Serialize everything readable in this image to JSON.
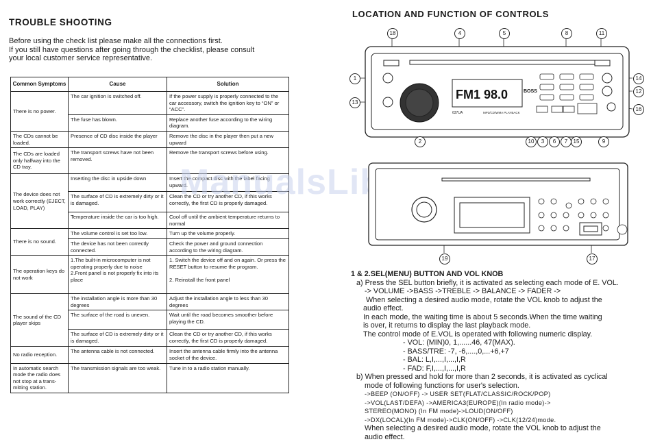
{
  "left": {
    "title": "TROUBLE SHOOTING",
    "intro": [
      "Before using the check list please make all the connections first.",
      "If you still have questions after going through the checklist, please consult",
      "your local customer service representative."
    ],
    "table": {
      "headers": [
        "Common Symptoms",
        "Cause",
        "Solution"
      ],
      "rows": [
        {
          "symptom": "There is no power.",
          "causes": [
            {
              "cause": "The car ignition is switched off.",
              "solution": "If the power supply is properly connected to the car accessory, switch the ignition key to “ON” or “ACC”."
            },
            {
              "cause": "The fuse has blown.",
              "solution": "Replace another fuse according to the wiring diagram."
            }
          ]
        },
        {
          "symptom": "The CDs cannot be loaded.",
          "causes": [
            {
              "cause": "Presence of CD disc inside the player",
              "solution": "Remove the disc in the player then put a new upward"
            }
          ]
        },
        {
          "symptom": "The CDs are loaded only halfway into the CD tray.",
          "causes": [
            {
              "cause": "The transport screws have not been removed.",
              "solution": "Remove the transport screws before using."
            }
          ]
        },
        {
          "symptom": "The device does not work correctly (EJECT, LOAD, PLAY)",
          "causes": [
            {
              "cause": "Inserting the disc in upside down",
              "solution": "Insert the compact disc with the label facing upward."
            },
            {
              "cause": "The surface of CD is extremely dirty or it is damaged.",
              "solution": "Clean the CD or try another CD, if this works correctly, the first CD is properly damaged."
            },
            {
              "cause": "Temperature inside the car is too high.",
              "solution": "Cool off until the ambient temperature returns to normal"
            }
          ]
        },
        {
          "symptom": "There is no sound.",
          "causes": [
            {
              "cause": "The volume control is set too low.",
              "solution": "Turn up the volume properly."
            },
            {
              "cause": "The device has not been correctly connected.",
              "solution": "Check the power and ground connection according to the wiring diagram."
            }
          ]
        },
        {
          "symptom": "The operation keys do not work",
          "causes": [
            {
              "cause": "1.The built-in microcomputer is not operating properly due to noise\n2.Front panel is not properly fix into its place",
              "solution": "1. Switch the device off and on again. Or press the RESET button to resume the program.\n\n2. Reinstall the front panel"
            }
          ]
        },
        {
          "symptom": "The sound of the CD player skips",
          "causes": [
            {
              "cause": "The installation angle is more than 30 degrees",
              "solution": "Adjust the installation angle to less than 30 degrees"
            },
            {
              "cause": "The surface of the road is uneven.",
              "solution": "Wait until the road becomes smoother before playing the CD."
            },
            {
              "cause": "The surface of CD is extremely dirty or it is damaged.",
              "solution": "Clean the CD or try another CD, if this works correctly, the first CD is properly damaged."
            }
          ]
        },
        {
          "symptom": "No radio reception.",
          "causes": [
            {
              "cause": "The antenna cable is not connected.",
              "solution": "Insert the antenna cable firmly into the antenna socket of the device."
            }
          ]
        },
        {
          "symptom": "In automatic search mode the radio does not stop at a trans-mitting station.",
          "causes": [
            {
              "cause": "The transmission signals are too weak.",
              "solution": "Tune in to a radio station manually."
            }
          ]
        }
      ]
    }
  },
  "right": {
    "title": "LOCATION AND FUNCTION OF CONTROLS",
    "device": {
      "display": "FM1  98.0",
      "brand": "BOSS",
      "model": "637UA",
      "playback_label": "MP3/CD/WMA PLAYBACK"
    },
    "callouts_top": [
      "18",
      "4",
      "5",
      "8",
      "11"
    ],
    "callouts_left": [
      "1",
      "13"
    ],
    "callouts_right": [
      "14",
      "12",
      "16"
    ],
    "callouts_bottom": [
      "2",
      "10",
      "3",
      "6",
      "7",
      "15",
      "9"
    ],
    "callouts_rear": [
      "19",
      "17"
    ],
    "section_title": "1 & 2.SEL(MENU) BUTTON AND VOL KNOB",
    "lines": [
      "a) Press the SEL button briefly, it is activated as selecting each mode of E. VOL.",
      "-> VOLUME ->BASS ->TREBLE -> BALANCE -> FADER ->",
      "When selecting a desired audio mode, rotate the VOL knob to adjust the",
      "audio effect.",
      "In each mode, the waiting time is about 5 seconds.When the time waiting",
      "is over, it returns to display the last playback mode.",
      "The control mode of E.VOL is operated with following numeric display.",
      "- VOL: (MIN)0, 1,......46, 47(MAX).",
      "- BASS/TRE: -7, -6,....,0,...+6,+7",
      "- BAL: L,I,...,I,...,I,R",
      "- FAD: F,I,...,I,...,I,R",
      "b) When pressed and hold for more than 2 seconds, it is activated as cyclical",
      "mode of following functions for user's selection.",
      "->BEEP (ON/OFF) -> USER SET(FLAT/CLASSIC/ROCK/POP)",
      "->VOL(LAST/DEFA) ->AMERICA3(EUROPE)(In radio mode)->",
      "STEREO(MONO) (In FM mode)->LOUD(ON/OFF)",
      "->DX(LOCAL)(In FM mode)->CLK(ON/OFF) ->CLK(12/24)mode.",
      "When selecting a desired audio mode, rotate the VOL knob to adjust the",
      "audio effect."
    ],
    "watermark": "ManualsLib.com"
  }
}
